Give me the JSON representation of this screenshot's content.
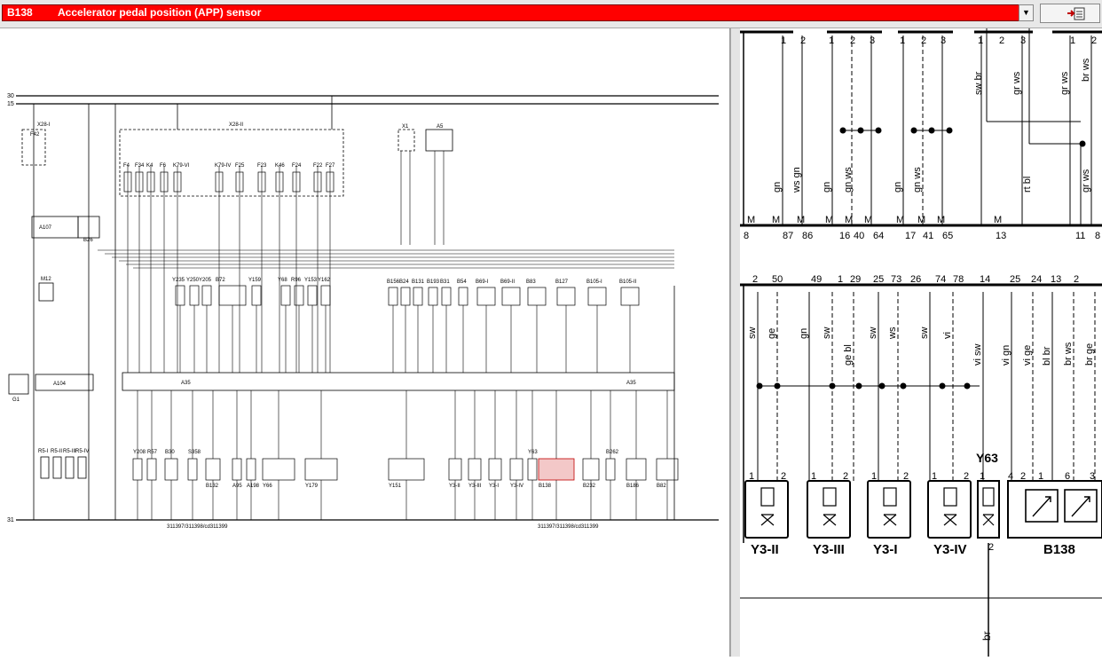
{
  "header": {
    "code": "B138",
    "title": "Accelerator pedal position (APP) sensor"
  },
  "overview": {
    "rails": [
      "30",
      "15",
      "31"
    ],
    "doc_refs": [
      "311397/311398/cd311399",
      "311397/311398/cd311399"
    ],
    "components": {
      "x28_1": "X28-I",
      "f42": "F42",
      "x28_2": "X28-II",
      "fuses": [
        "F4",
        "F34",
        "K4",
        "F6",
        "K79-VI",
        "K79-IV",
        "F25",
        "F23",
        "K46",
        "F24",
        "F22",
        "F27"
      ],
      "a107": "A107",
      "b26": "B26",
      "m12": "M12",
      "g1": "G1",
      "a104": "A104",
      "a35": "A35",
      "a35b": "A35",
      "r5": [
        "R5-I",
        "R5-II",
        "R5-III",
        "R5-IV"
      ],
      "x1": "X1",
      "a5": "A5",
      "top_row": [
        "Y235",
        "Y250",
        "Y205",
        "B72",
        "Y159",
        "Y68",
        "R96",
        "Y153",
        "Y162"
      ],
      "top_row2": [
        "B156",
        "B24",
        "B131",
        "B193",
        "B31",
        "B54",
        "B69-I",
        "B69-II",
        "B83",
        "B127",
        "B105-I",
        "B105-II"
      ],
      "bottom_row": [
        "Y208",
        "R57",
        "B30",
        "S358",
        "B132",
        "A95",
        "A198",
        "Y66",
        "Y179",
        "Y151",
        "Y3-II",
        "Y3-III",
        "Y3-I",
        "Y3-IV",
        "Y63",
        "B138",
        "B232",
        "B262",
        "B186",
        "B82"
      ]
    }
  },
  "detail": {
    "top_pins": [
      "1",
      "2",
      "1",
      "2",
      "3",
      "1",
      "2",
      "3",
      "1",
      "2",
      "3",
      "1",
      "2"
    ],
    "top_labels": [
      "gn",
      "ws gn",
      "gn",
      "gn ws",
      "gn",
      "gn ws",
      "sw br",
      "gr ws",
      "gr ws",
      "rt bl",
      "gr ws",
      "br ws"
    ],
    "top_bottom_pins": [
      "8",
      "87",
      "86",
      "16",
      "40",
      "64",
      "17",
      "41",
      "65",
      "13",
      "11",
      "8"
    ],
    "mid_pins": [
      "2",
      "50",
      "49",
      "1",
      "29",
      "25",
      "73",
      "26",
      "74",
      "78",
      "14",
      "25",
      "24",
      "13",
      "2"
    ],
    "mid_labels": [
      "sw",
      "ge",
      "gn",
      "sw",
      "ge bl",
      "sw",
      "ws",
      "sw",
      "vi",
      "vi sw",
      "vi gn",
      "vi ge",
      "bl br",
      "br ws",
      "br ge"
    ],
    "components": [
      "Y3-II",
      "Y3-III",
      "Y3-I",
      "Y3-IV",
      "B138"
    ],
    "y63": "Y63",
    "bottom_label": "br"
  }
}
